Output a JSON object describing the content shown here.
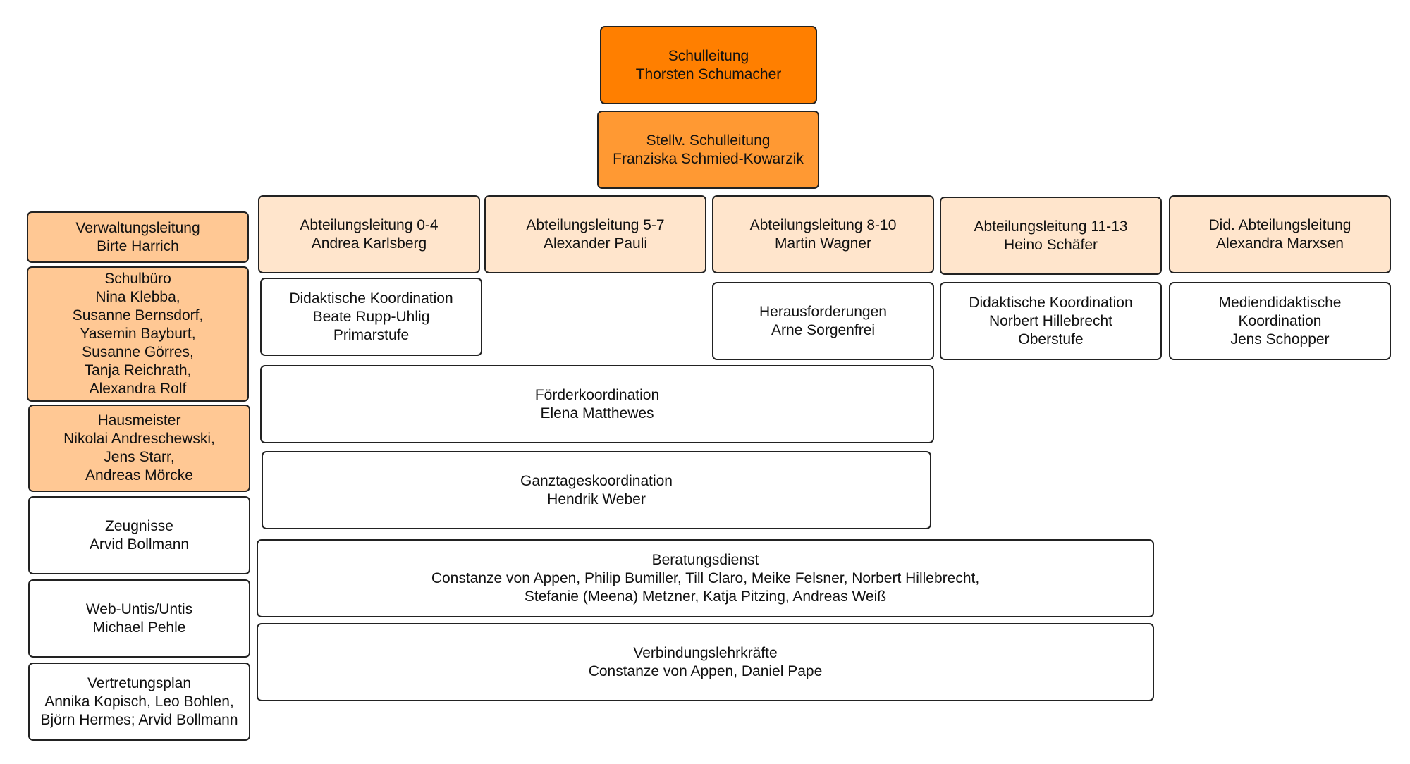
{
  "colors": {
    "top": "#ff7f00",
    "deputy": "#ff9933",
    "administration": "#ffc894",
    "departments": "#ffe5cc",
    "plain": "#ffffff",
    "border": "#222222"
  },
  "leadership": {
    "head": {
      "title": "Schulleitung",
      "name": "Thorsten Schumacher"
    },
    "deputy": {
      "title": "Stellv. Schulleitung",
      "name": "Franziska Schmied-Kowarzik"
    }
  },
  "admin": {
    "verwaltung": {
      "title": "Verwaltungsleitung",
      "name": "Birte Harrich"
    },
    "schulbuero": {
      "title": "Schulbüro",
      "lines": [
        "Nina Klebba,",
        "Susanne Bernsdorf,",
        "Yasemin Bayburt,",
        "Susanne Görres,",
        "Tanja Reichrath,",
        "Alexandra Rolf"
      ]
    },
    "hausmeister": {
      "title": "Hausmeister",
      "lines": [
        "Nikolai Andreschewski,",
        "Jens Starr,",
        "Andreas Mörcke"
      ]
    },
    "zeugnisse": {
      "title": "Zeugnisse",
      "name": "Arvid Bollmann"
    },
    "webuntis": {
      "title": "Web-Untis/Untis",
      "name": "Michael Pehle"
    },
    "vertretung": {
      "title": "Vertretungsplan",
      "lines": [
        "Annika Kopisch, Leo Bohlen,",
        "Björn Hermes; Arvid Bollmann"
      ]
    }
  },
  "departments": [
    {
      "title": "Abteilungsleitung 0-4",
      "name": "Andrea Karlsberg"
    },
    {
      "title": "Abteilungsleitung 5-7",
      "name": "Alexander Pauli"
    },
    {
      "title": "Abteilungsleitung 8-10",
      "name": "Martin Wagner"
    },
    {
      "title": "Abteilungsleitung 11-13",
      "name": "Heino Schäfer"
    },
    {
      "title": "Did. Abteilungsleitung",
      "name": "Alexandra Marxsen"
    }
  ],
  "coordination": {
    "didaktik_primar": [
      "Didaktische Koordination",
      "Beate Rupp-Uhlig",
      "Primarstufe"
    ],
    "herausforderungen": [
      "Herausforderungen",
      "Arne Sorgenfrei"
    ],
    "didaktik_ober": [
      "Didaktische Koordination",
      "Norbert Hillebrecht",
      "Oberstufe"
    ],
    "mediendidaktik": [
      "Mediendidaktische",
      "Koordination",
      "Jens Schopper"
    ],
    "foerder": [
      "Förderkoordination",
      "Elena Matthewes"
    ],
    "ganztag": [
      "Ganztageskoordination",
      "Hendrik Weber"
    ],
    "beratung": [
      "Beratungsdienst",
      "Constanze von Appen, Philip Bumiller, Till Claro, Meike Felsner, Norbert Hillebrecht,",
      "Stefanie (Meena) Metzner, Katja Pitzing, Andreas Weiß"
    ],
    "verbindung": [
      "Verbindungslehrkräfte",
      "Constanze von Appen, Daniel Pape"
    ]
  }
}
